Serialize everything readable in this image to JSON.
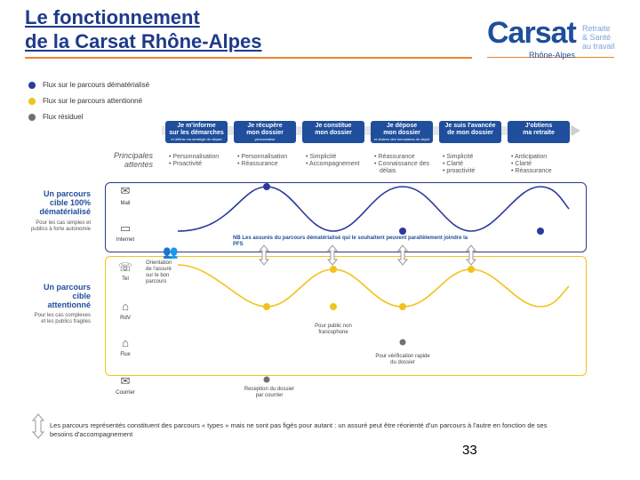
{
  "title": {
    "line1": "Le fonctionnement",
    "line2": "de la Carsat Rhône-Alpes"
  },
  "logo": {
    "main": "Carsat",
    "line1": "Retraite",
    "line2": "& Santé",
    "line3": "au travail",
    "region": "Rhône-Alpes"
  },
  "legend": [
    {
      "label": "Flux sur le parcours dématérialisé",
      "color": "#2a3a9a"
    },
    {
      "label": "Flux sur le parcours attentionné",
      "color": "#f2c21a"
    },
    {
      "label": "Flux résiduel",
      "color": "#707070"
    }
  ],
  "steps": [
    {
      "label1": "Je m'informe",
      "label2": "sur les démarches",
      "sub": "et définis ma stratégie de départ"
    },
    {
      "label1": "Je récupère",
      "label2": "mon dossier",
      "sub": "personnalisé"
    },
    {
      "label1": "Je constitue",
      "label2": "mon dossier",
      "sub": ""
    },
    {
      "label1": "Je dépose",
      "label2": "mon dossier",
      "sub": "et obtiens des formulaires de dépôt"
    },
    {
      "label1": "Je suis l'avancée",
      "label2": "de mon dossier",
      "sub": ""
    },
    {
      "label1": "J'obtiens",
      "label2": "ma retraite",
      "sub": ""
    }
  ],
  "principal_label": "Principales attentes",
  "expectations": [
    [
      "• Personnalisation",
      "• Proactivité"
    ],
    [
      "• Personnalisation",
      "• Réassurance"
    ],
    [
      "• Simplicité",
      "• Accompagnement"
    ],
    [
      "• Réassurance",
      "• Connaissance des",
      "délais"
    ],
    [
      "• Simplicité",
      "• Clarté",
      "• proactivité"
    ],
    [
      "• Anticipation",
      "• Clarté",
      "• Réassurance"
    ]
  ],
  "blue_section": {
    "title": "Un parcours cible 100% dématérialisé",
    "sub": "Pour les cas simples et publics à forte autonomie"
  },
  "yellow_section": {
    "title": "Un parcours cible attentionné",
    "sub": "Pour les cas complexes et les publics fragiles"
  },
  "channels": {
    "mail": "Mail",
    "internet": "Internet",
    "tel": "Tel",
    "rdv": "RdV",
    "flux": "Flux",
    "courrier": "Courrier"
  },
  "orientation_note": "Orientation de l'assuré sur le bon parcours",
  "nb_note": "NB Les assurés du parcours dématérialisé qui le souhaitent peuvent parallèlement joindre la PFS",
  "note_public": "Pour public non francophone",
  "note_verif": "Pour vérification rapide du dossier",
  "note_reception": "Reception du dossier par courrier",
  "footer": "Les parcours représentés constituent des parcours « types » mais ne sont pas figés pour autant : un assuré peut être réorienté d'un parcours à l'autre en fonction de ses besoins d'accompagnement",
  "page_number": "33",
  "colors": {
    "blue": "#2a3a9a",
    "yellow": "#f2c21a",
    "grey": "#707070",
    "accent": "#e8862e"
  }
}
